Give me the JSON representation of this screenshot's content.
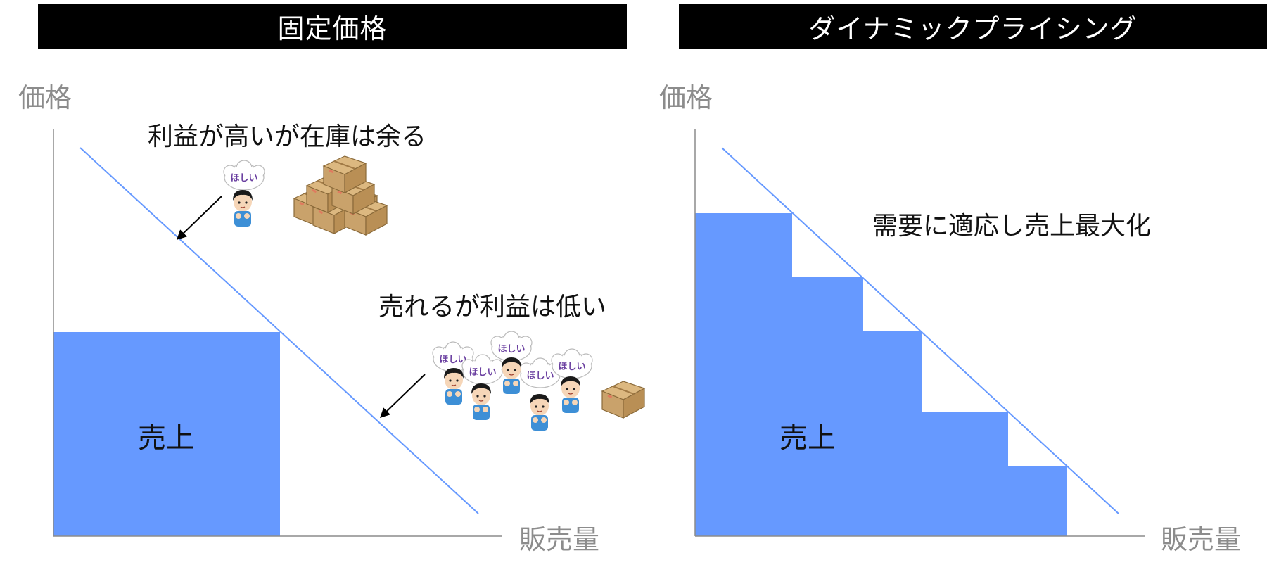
{
  "panels": {
    "left": {
      "title": "固定価格",
      "y_axis_label": "価格",
      "x_axis_label": "販売量",
      "sales_label": "売上",
      "caption_high_price": "利益が高いが在庫は余る",
      "caption_low_price": "売れるが利益は低い"
    },
    "right": {
      "title": "ダイナミックプライシング",
      "y_axis_label": "価格",
      "x_axis_label": "販売量",
      "sales_label": "売上",
      "caption": "需要に適応し売上最大化"
    }
  },
  "bubble_text": "ほしい",
  "icons": {
    "person": "person-icon",
    "thought_bubble": "thought-bubble-icon",
    "box": "cardboard-box-icon",
    "arrow": "arrow-icon"
  },
  "colors": {
    "header_bg": "#000000",
    "header_text": "#ffffff",
    "sales_fill": "#6699ff",
    "demand_line": "#6699ff",
    "axis": "#8c8c8c",
    "box": "#c9a26b",
    "shirt": "#3d8fd6"
  }
}
